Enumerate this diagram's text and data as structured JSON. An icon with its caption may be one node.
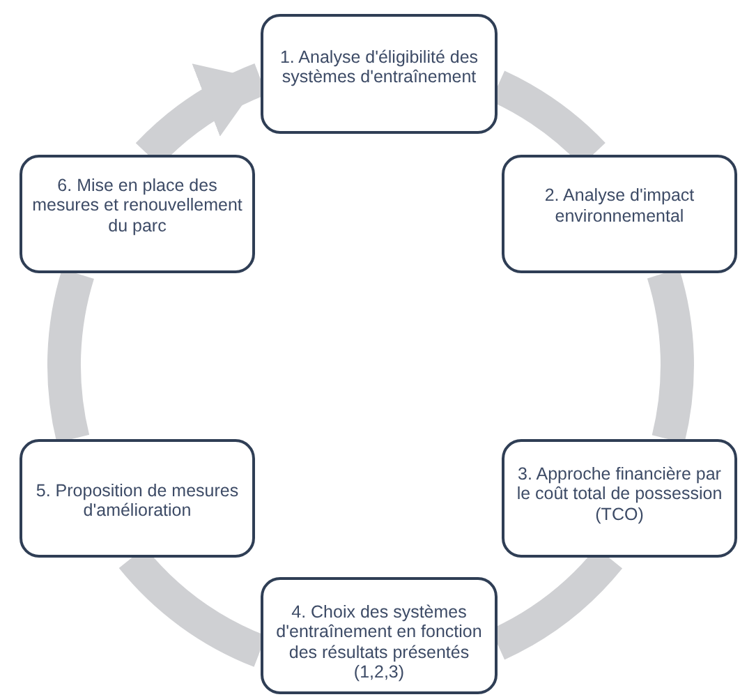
{
  "diagram": {
    "nodes": [
      {
        "text": [
          "1. Analyse d'éligibilité des systèmes d'entraînement"
        ]
      },
      {
        "text": [
          "2. Analyse d'impact environnemental"
        ]
      },
      {
        "text": [
          "3. Approche financière par le coût total de possession (TCO)"
        ]
      },
      {
        "text": [
          "4. Choix des systèmes d'entraînement en fonction des résultats présentés (1,2,3)"
        ]
      },
      {
        "text": [
          "5. Proposition de mesures d'amélioration"
        ]
      },
      {
        "text": [
          "6. Mise en place des mesures et renouvellement du parc"
        ]
      }
    ],
    "edges": [
      {
        "from": 0,
        "to": 1,
        "arrow": "none"
      },
      {
        "from": 1,
        "to": 2,
        "arrow": "none"
      },
      {
        "from": 2,
        "to": 3,
        "arrow": "none"
      },
      {
        "from": 3,
        "to": 4,
        "arrow": "none"
      },
      {
        "from": 4,
        "to": 5,
        "arrow": "none"
      },
      {
        "from": 5,
        "to": 0,
        "arrow": "to"
      }
    ]
  }
}
